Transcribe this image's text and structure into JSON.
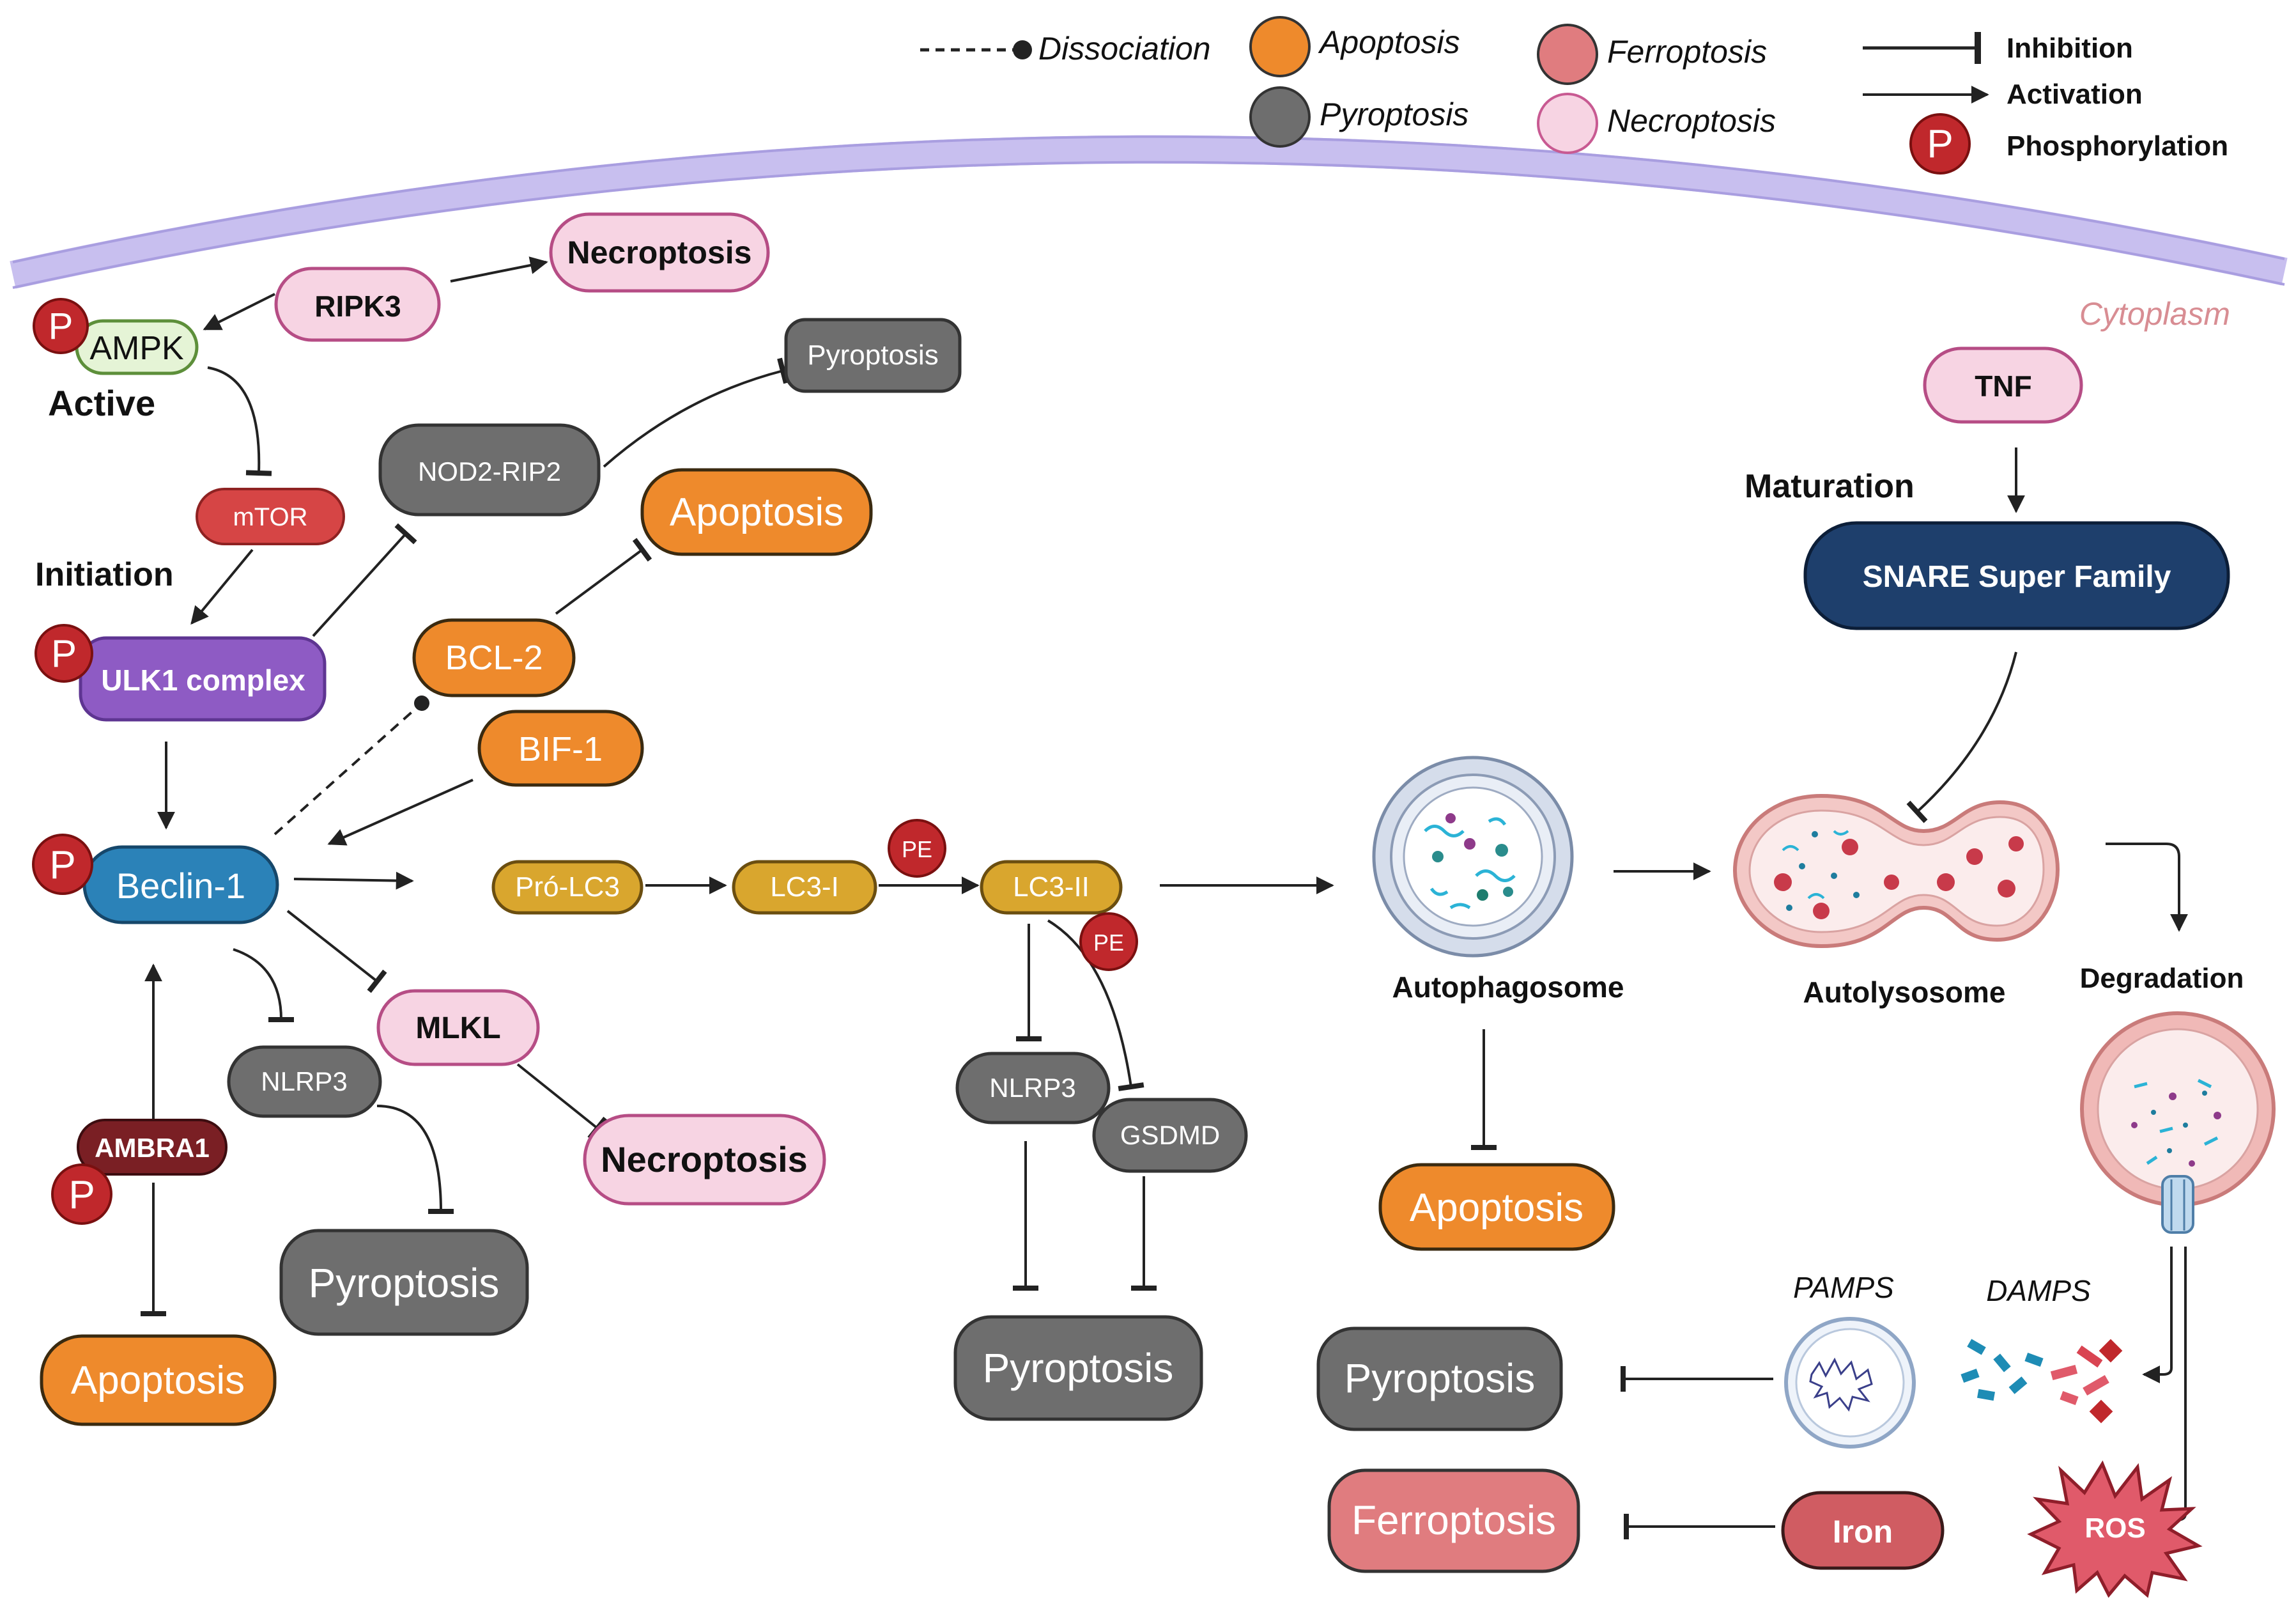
{
  "legend": {
    "dissociation": "Dissociation",
    "apoptosis": "Apoptosis",
    "pyroptosis": "Pyroptosis",
    "ferroptosis": "Ferroptosis",
    "necroptosis": "Necroptosis",
    "inhibition": "Inhibition",
    "activation": "Activation",
    "phosphorylation": "Phosphorylation",
    "p_symbol": "P"
  },
  "compartment": {
    "cytoplasm": "Cytoplasm"
  },
  "stages": {
    "active": "Active",
    "initiation": "Initiation",
    "maturation": "Maturation",
    "degradation": "Degradation"
  },
  "nodes": {
    "ripk3": "RIPK3",
    "necroptosis_top": "Necroptosis",
    "ampk": "AMPK",
    "mtor": "mTOR",
    "ulk1": "ULK1 complex",
    "nod2": "NOD2-RIP2",
    "pyroptosis_top": "Pyroptosis",
    "apoptosis_top": "Apoptosis",
    "bcl2": "BCL-2",
    "bif1": "BIF-1",
    "beclin": "Beclin-1",
    "pro_lc3": "Pró-LC3",
    "lc3_i": "LC3-I",
    "lc3_ii": "LC3-II",
    "pe": "PE",
    "mlkl": "MLKL",
    "necroptosis_mid": "Necroptosis",
    "nlrp3_left": "NLRP3",
    "pyroptosis_left": "Pyroptosis",
    "ambra1": "AMBRA1",
    "apoptosis_left": "Apoptosis",
    "nlrp3_mid": "NLRP3",
    "gsdmd": "GSDMD",
    "pyroptosis_mid": "Pyroptosis",
    "autophagosome": "Autophagosome",
    "autolysosome": "Autolysosome",
    "apoptosis_mid": "Apoptosis",
    "tnf": "TNF",
    "snare": "SNARE  Super Family",
    "pamps": "PAMPS",
    "damps": "DAMPS",
    "pyroptosis_right": "Pyroptosis",
    "ferroptosis_right": "Ferroptosis",
    "iron": "Iron",
    "ros": "ROS"
  },
  "colors": {
    "apoptosis": "#EE8A2C",
    "pyroptosis": "#6E6E6E",
    "ferroptosis": "#E07C7F",
    "necroptosis": "#F7D4E3",
    "phospho": "#C0282C",
    "ulk1": "#8E5BC4",
    "beclin": "#2B82B8",
    "lc3": "#D9A62E",
    "snare": "#1E3F6C",
    "membrane": "#C8BFEF",
    "ambra1": "#7A1F24"
  }
}
